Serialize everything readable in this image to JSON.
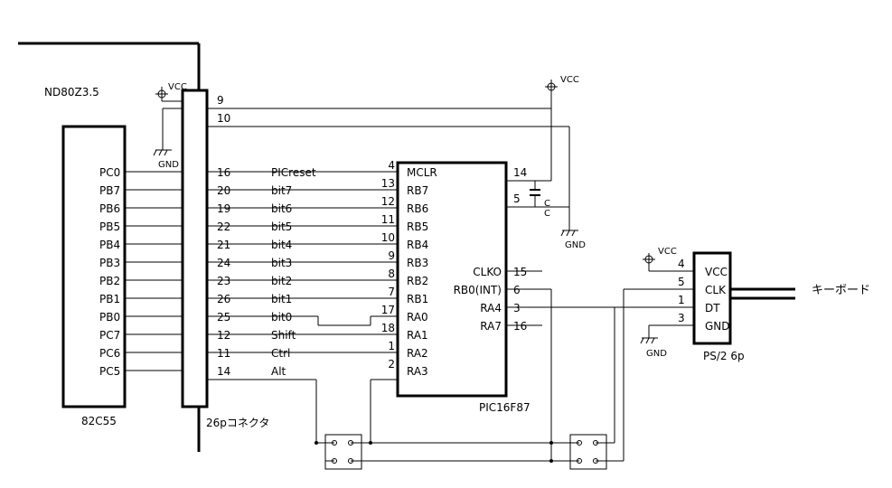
{
  "labels": {
    "board": "ND80Z3.5",
    "ppi": "82C55",
    "connector": "26pコネクタ",
    "mcu": "PIC16F87",
    "ps2": "PS/2 6p",
    "keyboard": "キーボード",
    "vcc": "VCC",
    "gnd": "GND",
    "cap": "C"
  },
  "connector_vcc_pin": "9",
  "connector_top_pin": "10",
  "mcu_vdd_pin": "14",
  "mcu_vss_pin": "5",
  "signals": [
    {
      "port": "PC0",
      "pin": "16",
      "name": "PICreset",
      "mcu_pin": "4",
      "mcu_name": "MCLR"
    },
    {
      "port": "PB7",
      "pin": "20",
      "name": "bit7",
      "mcu_pin": "13",
      "mcu_name": "RB7"
    },
    {
      "port": "PB6",
      "pin": "19",
      "name": "bit6",
      "mcu_pin": "12",
      "mcu_name": "RB6"
    },
    {
      "port": "PB5",
      "pin": "22",
      "name": "bit5",
      "mcu_pin": "11",
      "mcu_name": "RB5"
    },
    {
      "port": "PB4",
      "pin": "21",
      "name": "bit4",
      "mcu_pin": "10",
      "mcu_name": "RB4"
    },
    {
      "port": "PB3",
      "pin": "24",
      "name": "bit3",
      "mcu_pin": "9",
      "mcu_name": "RB3"
    },
    {
      "port": "PB2",
      "pin": "23",
      "name": "bit2",
      "mcu_pin": "8",
      "mcu_name": "RB2"
    },
    {
      "port": "PB1",
      "pin": "26",
      "name": "bit1",
      "mcu_pin": "7",
      "mcu_name": "RB1"
    },
    {
      "port": "PB0",
      "pin": "25",
      "name": "bit0",
      "mcu_pin": "17",
      "mcu_name": "RA0"
    },
    {
      "port": "PC7",
      "pin": "12",
      "name": "Shift",
      "mcu_pin": "18",
      "mcu_name": "RA1"
    },
    {
      "port": "PC6",
      "pin": "11",
      "name": "Ctrl",
      "mcu_pin": "1",
      "mcu_name": "RA2"
    },
    {
      "port": "PC5",
      "pin": "14",
      "name": "Alt",
      "mcu_pin": "2",
      "mcu_name": "RA3"
    }
  ],
  "mcu_right": [
    {
      "name": "CLKO",
      "pin": "15"
    },
    {
      "name": "RB0(INT)",
      "pin": "6"
    },
    {
      "name": "RA4",
      "pin": "3"
    },
    {
      "name": "RA7",
      "pin": "16"
    }
  ],
  "ps2_pins": [
    {
      "name": "VCC",
      "pin": "4"
    },
    {
      "name": "CLK",
      "pin": "5"
    },
    {
      "name": "DT",
      "pin": "1"
    },
    {
      "name": "GND",
      "pin": "3"
    }
  ]
}
